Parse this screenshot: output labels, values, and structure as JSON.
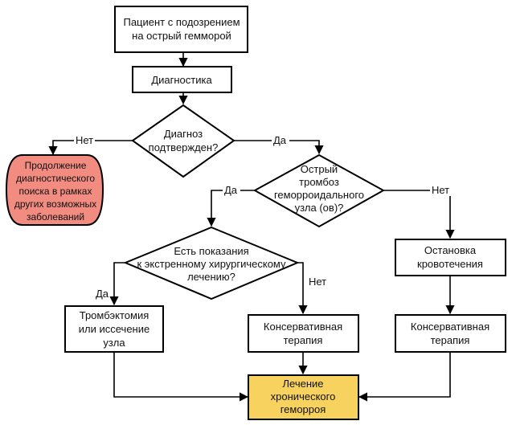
{
  "diagram": {
    "type": "flowchart",
    "colors": {
      "default_fill": "#ffffff",
      "terminal_red_fill": "#f28b80",
      "final_yellow_fill": "#f7d25e",
      "stroke": "#000000"
    },
    "nodes": {
      "start": {
        "lines": [
          "Пациент с подозрением",
          "на острый гемморой"
        ]
      },
      "diagnostics": {
        "lines": [
          "Диагностика"
        ]
      },
      "diagnosis_confirmed": {
        "lines": [
          "Диагноз",
          "подтвержден?"
        ]
      },
      "continue_search": {
        "lines": [
          "Продолжение",
          "диагностического",
          "поиска в рамках",
          "других возможных",
          "заболеваний"
        ]
      },
      "acute_thrombosis": {
        "lines": [
          "Острый",
          "тромбоз",
          "геморроидального",
          "узла (ов)?"
        ]
      },
      "surgery_indications": {
        "lines": [
          "Есть показания",
          "к экстренному хирургическому",
          "лечению?"
        ]
      },
      "thrombectomy": {
        "lines": [
          "Тромбэктомия",
          "или иссечение",
          "узла"
        ]
      },
      "conservative_mid": {
        "lines": [
          "Консервативная",
          "терапия"
        ]
      },
      "stop_bleeding": {
        "lines": [
          "Остановка",
          "кровотечения"
        ]
      },
      "conservative_right": {
        "lines": [
          "Консервативная",
          "терапия"
        ]
      },
      "chronic_treatment": {
        "lines": [
          "Лечение",
          "хронического",
          "геморроя"
        ]
      }
    },
    "edge_labels": {
      "diag_no": "Нет",
      "diag_yes": "Да",
      "thrombosis_yes": "Да",
      "thrombosis_no": "Нет",
      "surgery_yes": "Да",
      "surgery_no": "Нет"
    }
  }
}
